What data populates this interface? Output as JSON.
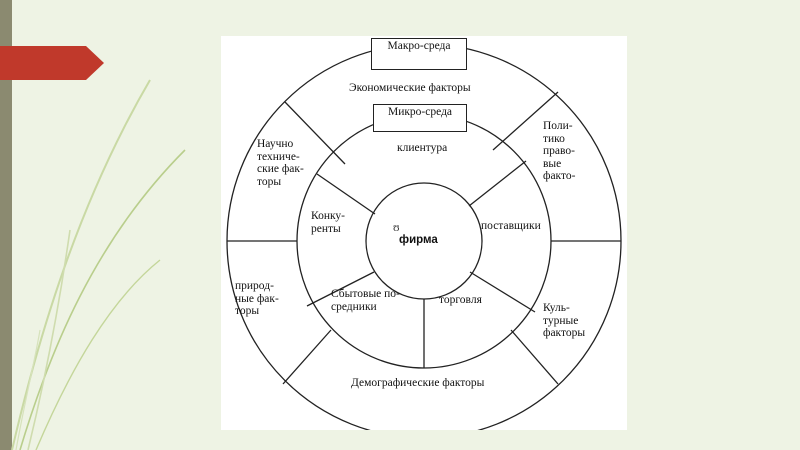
{
  "slide": {
    "colors": {
      "background": "#eef3e4",
      "strip": "#8b8a70",
      "accent": "#c0392b",
      "line": "#222222"
    }
  },
  "diagram": {
    "macro_title": "Макро-среда",
    "micro_title": "Микро-среда",
    "center_label": "фирма",
    "center_mark": "ʊ",
    "outer_labels": {
      "economic": "Экономические факторы",
      "political": "Поли-\nтико\nправо-\nвые\nфакто-",
      "cultural": "Куль-\nтурные\nфакторы",
      "demographic": "Демографические факторы",
      "natural": "природ-\nные фак-\nторы",
      "scientific": "Научно\nтехниче-\nские фак-\nторы"
    },
    "inner_labels": {
      "clients": "клиентура",
      "suppliers": "поставщики",
      "trade": "торговля",
      "intermediaries": "Сбытовые по-\nсредники",
      "competitors": "Конку-\nренты"
    }
  }
}
